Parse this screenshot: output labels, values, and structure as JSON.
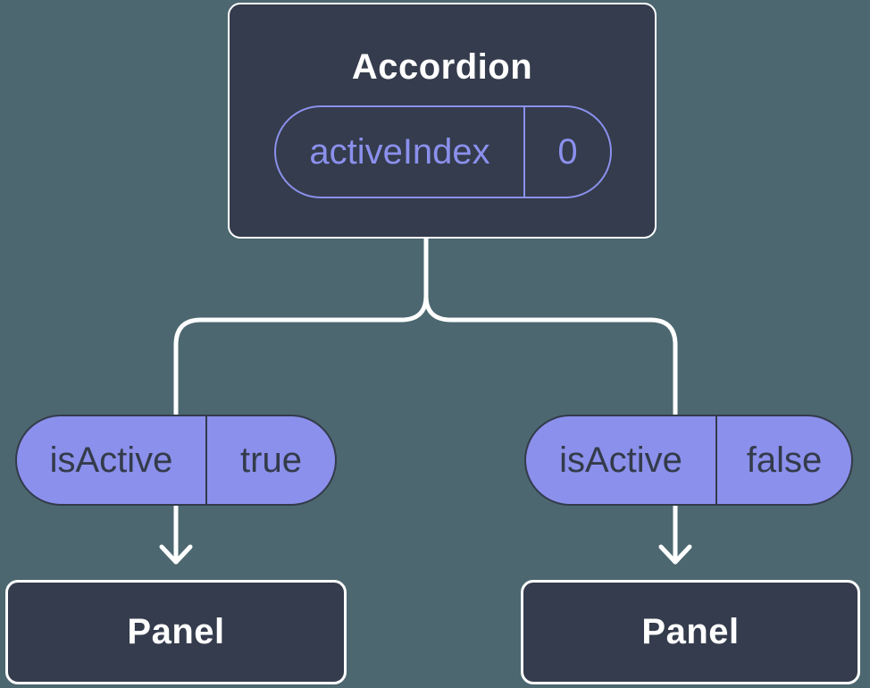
{
  "colors": {
    "background": "#4C6770",
    "node_fill": "#343C4D",
    "node_border": "#FFFFFF",
    "accent": "#8B90EC",
    "text_light": "#FFFFFF",
    "text_dark": "#333B4A",
    "connector": "#FFFFFF"
  },
  "tree": {
    "root": {
      "title": "Accordion",
      "prop_name": "activeIndex",
      "prop_value": "0"
    },
    "left_child": {
      "prop_name": "isActive",
      "prop_value": "true",
      "title": "Panel"
    },
    "right_child": {
      "prop_name": "isActive",
      "prop_value": "false",
      "title": "Panel"
    }
  }
}
